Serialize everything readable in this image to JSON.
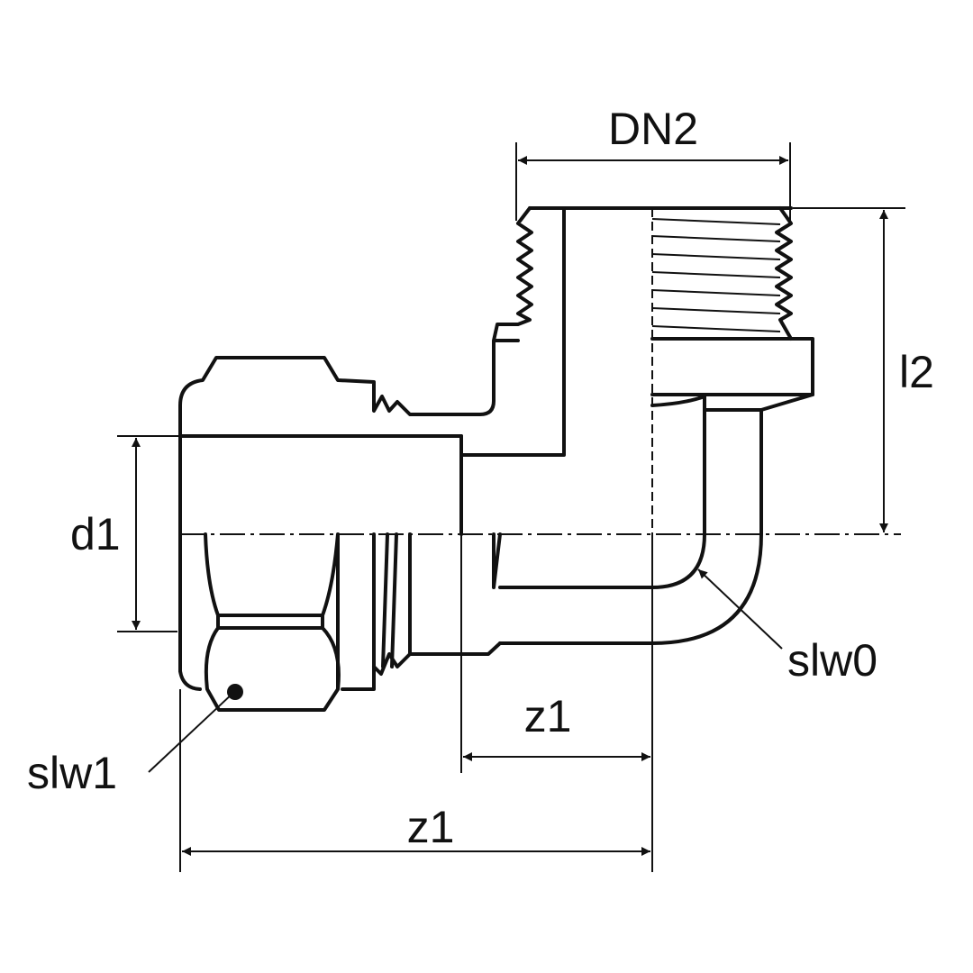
{
  "labels": {
    "dn2": "DN2",
    "l2": "l2",
    "d1": "d1",
    "slw0": "slw0",
    "slw1": "slw1",
    "z1_short": "z1",
    "z1_long": "z1"
  },
  "colors": {
    "line": "#111111",
    "background": "#ffffff"
  }
}
